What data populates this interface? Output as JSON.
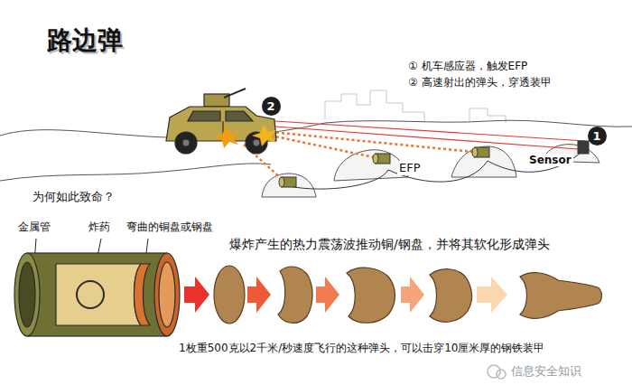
{
  "diagram": {
    "title": "路边弹",
    "nodes": [
      {
        "text": [
          "2"
        ]
      },
      {
        "text": [
          "1"
        ]
      }
    ],
    "labels": [
      "① 机车感应器，触发EFP",
      "② 高速射出的弹头，穿透装甲",
      "EFP",
      "Sensor",
      "为何如此致命？",
      "金属管",
      "炸药",
      "弯曲的铜盘或钢盘",
      "爆炸产生的热力震荡波推动铜/钢盘，并将其软化形成弹头",
      "1枚重500克以2千米/秒速度飞行的这种弹头，可以击穿10厘米厚的钢铁装甲",
      "信息安全知识"
    ]
  }
}
